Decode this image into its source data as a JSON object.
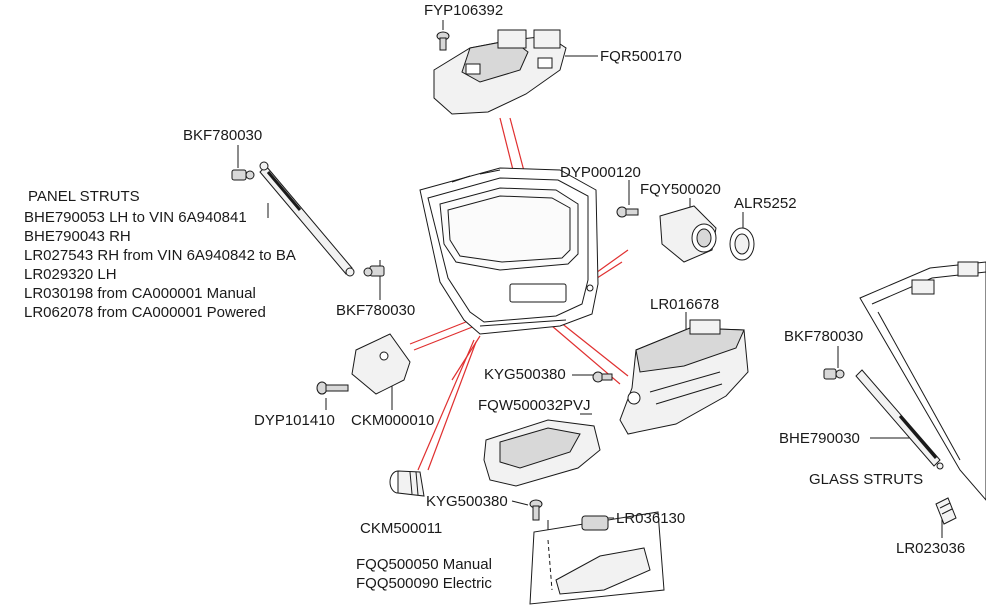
{
  "labels": {
    "fyp106392": "FYP106392",
    "fqr500170": "FQR500170",
    "bkf780030_top": "BKF780030",
    "panel_struts_title": "PANEL STRUTS",
    "panel_struts_lines": [
      "BHE790053 LH to VIN 6A940841",
      "BHE790043 RH",
      "LR027543 RH from VIN 6A940842 to BA",
      "LR029320 LH",
      "LR030198 from CA000001 Manual",
      "LR062078 from CA000001 Powered"
    ],
    "bkf780030_mid": "BKF780030",
    "dyp000120": "DYP000120",
    "fqy500020": "FQY500020",
    "alr5252": "ALR5252",
    "lr016678": "LR016678",
    "bkf780030_right": "BKF780030",
    "kyg500380_a": "KYG500380",
    "fqw500032pvj": "FQW500032PVJ",
    "dyp101410": "DYP101410",
    "ckm000010": "CKM000010",
    "bhe790030": "BHE790030",
    "glass_struts": "GLASS STRUTS",
    "kyg500380_b": "KYG500380",
    "lr036130": "LR036130",
    "ckm500011": "CKM500011",
    "lr023036": "LR023036",
    "fqq_manual": "FQQ500050 Manual",
    "fqq_electric": "FQQ500090 Electric"
  },
  "colors": {
    "line": "#1a1a1a",
    "callout": "#e03030",
    "part_fill": "#f2f2f2",
    "part_shade": "#d8d8d8"
  }
}
